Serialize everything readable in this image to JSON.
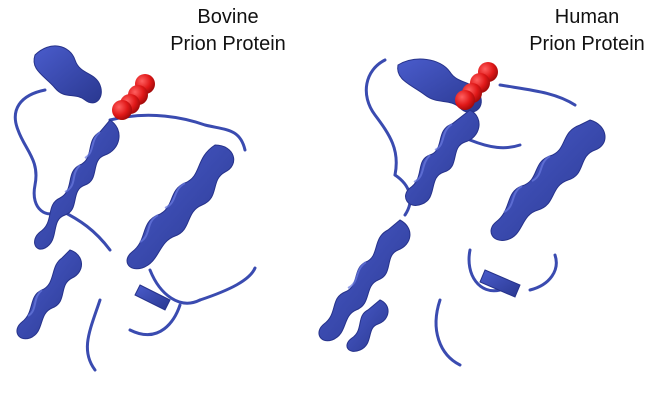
{
  "panels": [
    {
      "label_line1": "Bovine",
      "label_line2": "Prion Protein",
      "ribbon_color": "#3a4bb0",
      "highlight_color": "#e01818"
    },
    {
      "label_line1": "Human",
      "label_line2": "Prion Protein",
      "ribbon_color": "#3a4bb0",
      "highlight_color": "#e01818"
    }
  ]
}
